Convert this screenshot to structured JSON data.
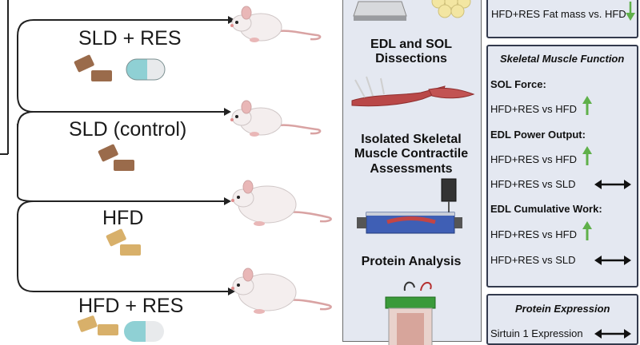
{
  "groups": [
    {
      "label": "SLD + RES"
    },
    {
      "label": "SLD (control)"
    },
    {
      "label": "HFD"
    },
    {
      "label": "HFD + RES"
    }
  ],
  "middle": {
    "dissections": "EDL and SOL Dissections",
    "contractile": "Isolated Skeletal Muscle Contractile Assessments",
    "protein": "Protein Analysis"
  },
  "top_box": {
    "row": "HFD+RES Fat mass vs. HFD",
    "row_indicator": "down"
  },
  "muscle_box": {
    "title": "Skeletal Muscle Function",
    "sections": [
      {
        "heading": "SOL Force:",
        "rows": [
          {
            "text": "HFD+RES vs HFD",
            "indicator": "up"
          }
        ]
      },
      {
        "heading": "EDL Power Output:",
        "rows": [
          {
            "text": "HFD+RES vs HFD",
            "indicator": "up"
          },
          {
            "text": "HFD+RES vs SLD",
            "indicator": "both"
          }
        ]
      },
      {
        "heading": "EDL Cumulative Work:",
        "rows": [
          {
            "text": "HFD+RES vs HFD",
            "indicator": "up"
          },
          {
            "text": "HFD+RES vs SLD",
            "indicator": "both"
          }
        ]
      }
    ]
  },
  "protein_box": {
    "title": "Protein Expression",
    "row": "Sirtuin 1 Expression",
    "row_indicator": "both"
  },
  "colors": {
    "panel_bg": "#e4e8f1",
    "box_border": "#333a4d",
    "up_arrow": "#5fb04a",
    "pellet_brown": "#9a6b4b",
    "pellet_tan": "#d8b06a",
    "pill_blue": "#8fd0d4",
    "mouse_body": "#f4eeee",
    "mouse_ear": "#e9b7b7"
  }
}
